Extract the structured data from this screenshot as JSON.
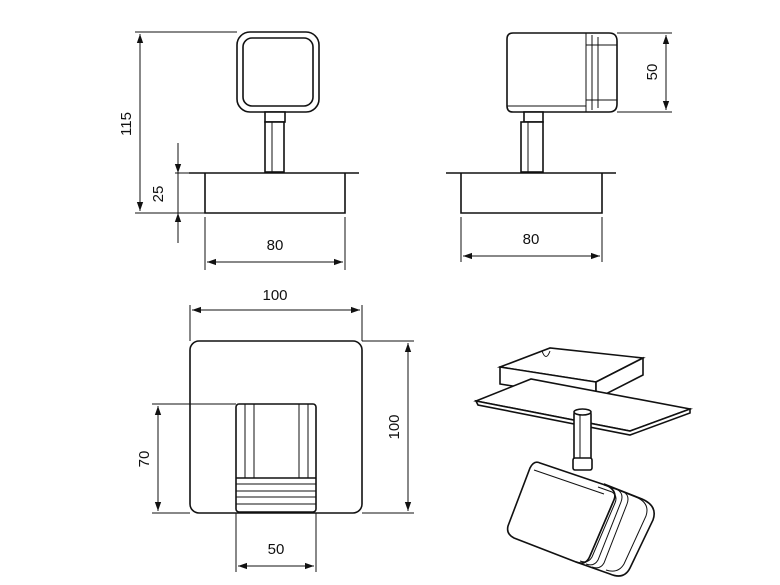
{
  "dimensions": {
    "front": {
      "height_total": "115",
      "base_height": "25",
      "width": "80"
    },
    "side": {
      "head_height": "50",
      "width": "80"
    },
    "top": {
      "plate_width": "100",
      "plate_height": "100",
      "head_length": "70",
      "head_width": "50"
    }
  },
  "colors": {
    "line": "#111111",
    "background": "#ffffff"
  }
}
